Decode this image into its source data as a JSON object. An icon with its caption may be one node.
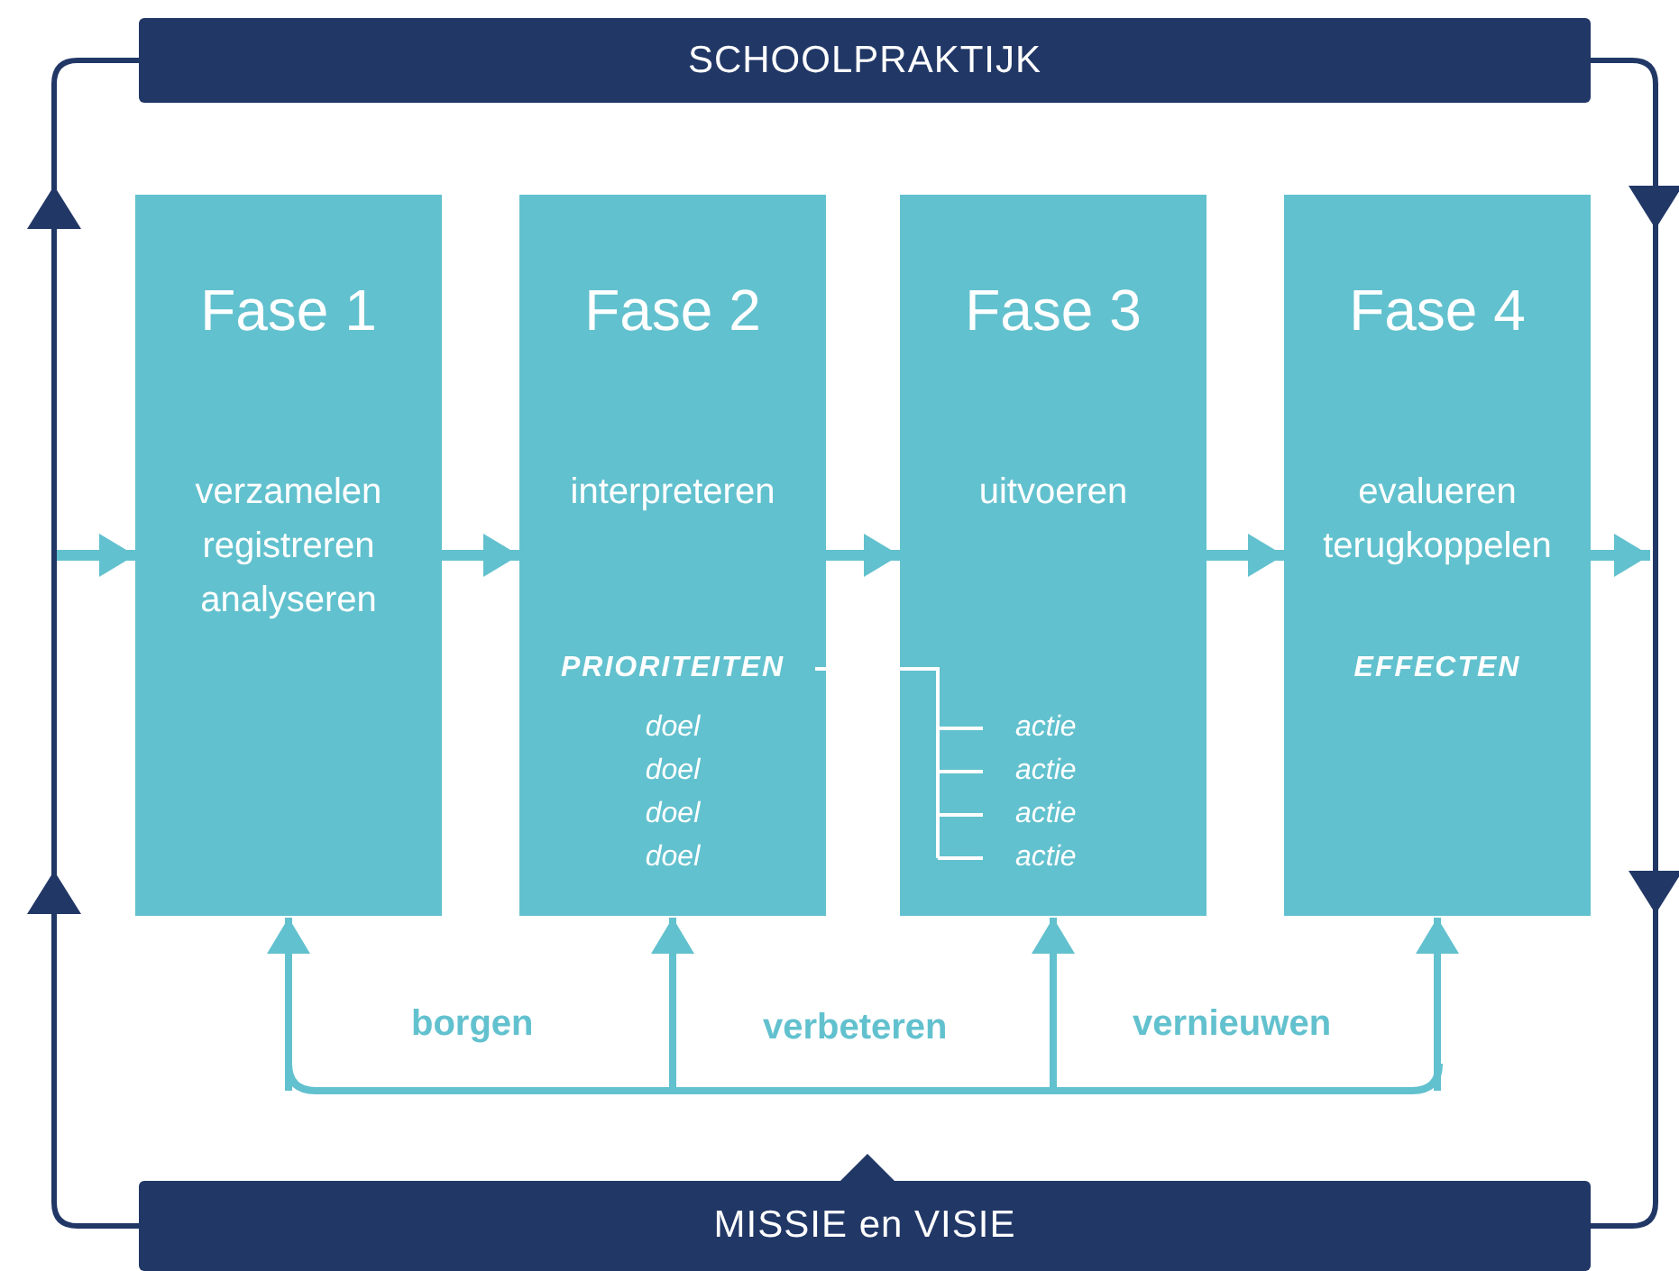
{
  "diagram": {
    "nodes": [
      {
        "text": [
          "SCHOOLPRAKTIJK"
        ]
      },
      {
        "text": [
          "Fase 1",
          "verzamelen registreren analyseren"
        ]
      },
      {
        "text": [
          "Fase 2",
          "interpreteren",
          "PRIORITEITEN",
          "doel",
          "doel",
          "doel",
          "doel"
        ]
      },
      {
        "text": [
          "Fase 3",
          "uitvoeren",
          "actie",
          "actie",
          "actie",
          "actie"
        ]
      },
      {
        "text": [
          "Fase 4",
          "evalueren terugkoppelen",
          "EFFECTEN"
        ]
      },
      {
        "text": [
          "MISSIE en VISIE"
        ]
      }
    ],
    "edges": [
      {
        "from": null,
        "to": 1,
        "arrow": "to"
      },
      {
        "from": 1,
        "to": 2,
        "arrow": "to"
      },
      {
        "from": 2,
        "to": 3,
        "arrow": "to"
      },
      {
        "from": 3,
        "to": 4,
        "arrow": "to"
      },
      {
        "from": 4,
        "to": null,
        "arrow": "to"
      },
      {
        "from": 0,
        "to": 5,
        "arrow": "to",
        "color": "#213766"
      },
      {
        "from": 5,
        "to": 0,
        "arrow": "to",
        "color": "#213766"
      },
      {
        "from": null,
        "to": 1,
        "arrow": "to"
      },
      {
        "from": null,
        "to": 2,
        "arrow": "to"
      },
      {
        "from": null,
        "to": 3,
        "arrow": "to"
      },
      {
        "from": null,
        "to": 4,
        "arrow": "to"
      }
    ],
    "labels": [
      "borgen",
      "verbeteren",
      "vernieuwen"
    ]
  }
}
